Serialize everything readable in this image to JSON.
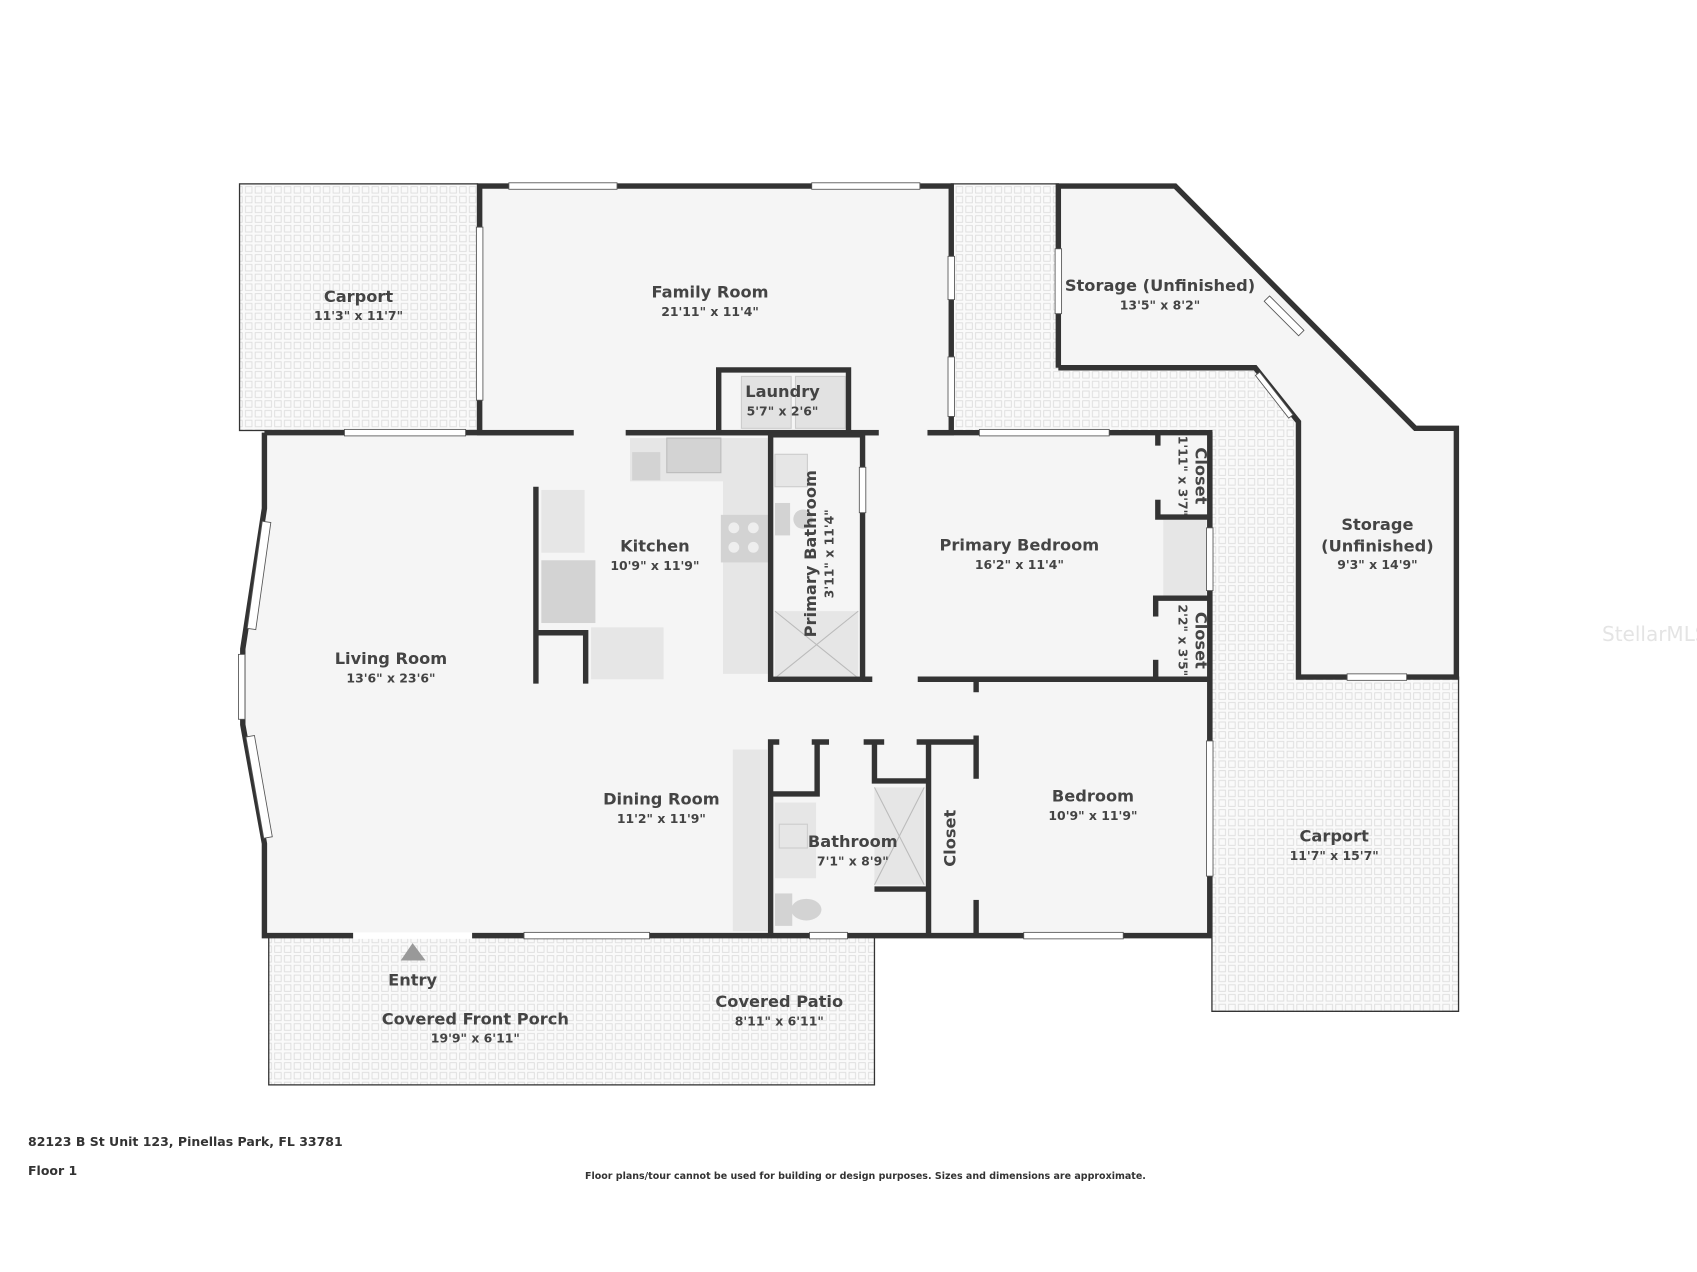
{
  "rooms": {
    "carport_left": {
      "name": "Carport",
      "dim": "11'3\" x 11'7\""
    },
    "family_room": {
      "name": "Family Room",
      "dim": "21'11\" x 11'4\""
    },
    "laundry": {
      "name": "Laundry",
      "dim": "5'7\" x 2'6\""
    },
    "storage_top": {
      "name": "Storage (Unfinished)",
      "dim": "13'5\" x 8'2\""
    },
    "storage_right": {
      "name_line1": "Storage",
      "name_line2": "(Unfinished)",
      "dim": "9'3\" x 14'9\""
    },
    "kitchen": {
      "name": "Kitchen",
      "dim": "10'9\" x 11'9\""
    },
    "primary_bathroom": {
      "name": "Primary Bathroom",
      "dim": "3'11\" x 11'4\""
    },
    "primary_bedroom": {
      "name": "Primary Bedroom",
      "dim": "16'2\" x 11'4\""
    },
    "closet_top": {
      "name": "Closet",
      "dim": "1'11\" x 3'7\""
    },
    "closet_bottom": {
      "name": "Closet",
      "dim": "2'2\" x 3'5\""
    },
    "living_room": {
      "name": "Living Room",
      "dim": "13'6\" x 23'6\""
    },
    "dining_room": {
      "name": "Dining Room",
      "dim": "11'2\" x 11'9\""
    },
    "bathroom": {
      "name": "Bathroom",
      "dim": "7'1\" x 8'9\""
    },
    "closet_hall": {
      "name": "Closet"
    },
    "bedroom": {
      "name": "Bedroom",
      "dim": "10'9\" x 11'9\""
    },
    "carport_right": {
      "name": "Carport",
      "dim": "11'7\" x 15'7\""
    },
    "entry": {
      "name": "Entry"
    },
    "covered_front_porch": {
      "name": "Covered Front Porch",
      "dim": "19'9\" x 6'11\""
    },
    "covered_patio": {
      "name": "Covered Patio",
      "dim": "8'11\" x 6'11\""
    }
  },
  "footer": {
    "address": "82123 B St Unit 123, Pinellas Park, FL 33781",
    "floor": "Floor 1",
    "disclaimer": "Floor plans/tour cannot be used for building or design purposes. Sizes and dimensions are approximate."
  },
  "watermark": "StellarMLS",
  "colors": {
    "wall": "#333333",
    "floor": "#f5f5f5",
    "text": "#444444"
  }
}
